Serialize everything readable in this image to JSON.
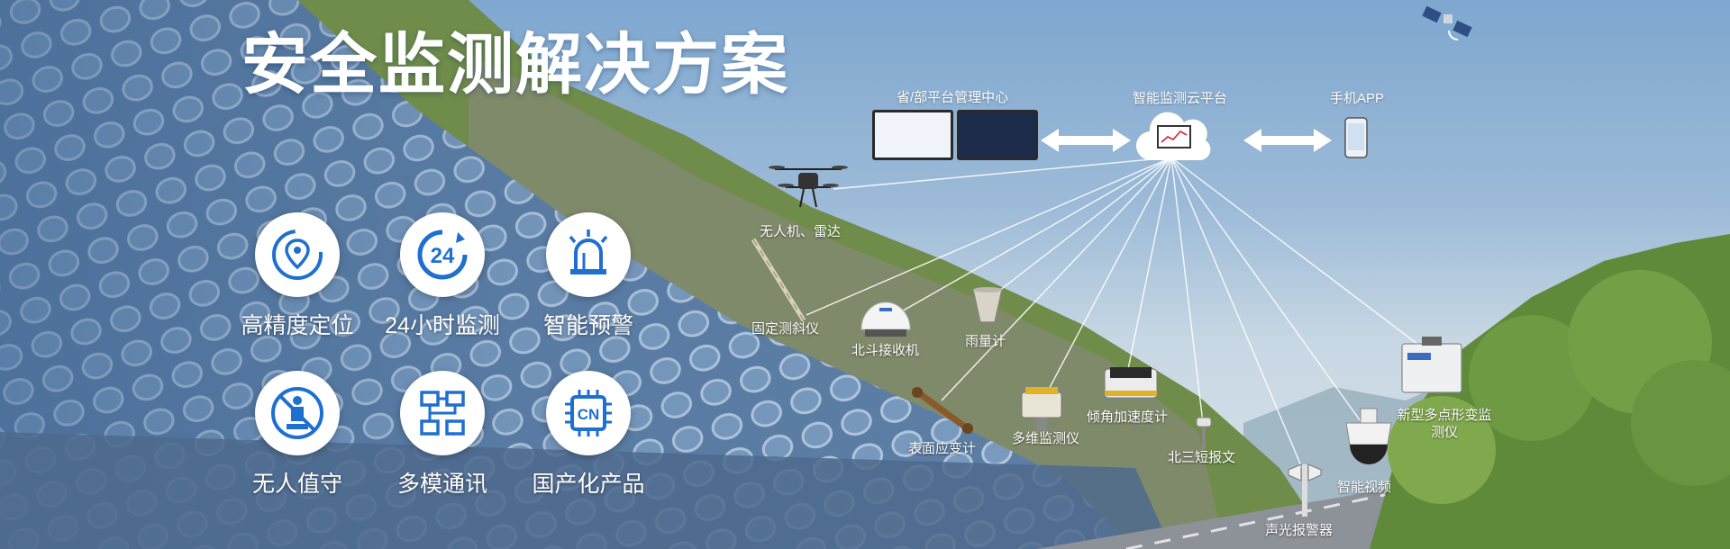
{
  "title": "安全监测解决方案",
  "features": [
    {
      "label": "高精度定位",
      "icon": "location-pin-icon"
    },
    {
      "label": "24小时监测",
      "icon": "clock-24-icon",
      "icon_text": "24"
    },
    {
      "label": "智能预警",
      "icon": "alarm-siren-icon"
    },
    {
      "label": "无人值守",
      "icon": "unattended-person-icon"
    },
    {
      "label": "多模通讯",
      "icon": "network-nodes-icon"
    },
    {
      "label": "国产化产品",
      "icon": "cn-chip-icon",
      "icon_text": "CN"
    }
  ],
  "platform": {
    "center_label": "省/部平台管理中心",
    "cloud_label": "智能监测云平台",
    "app_label": "手机APP"
  },
  "devices": [
    {
      "key": "drone",
      "label": "无人机、雷达",
      "icon": "drone-icon"
    },
    {
      "key": "inclinometer",
      "label": "固定测斜仪",
      "icon": "inclinometer-icon"
    },
    {
      "key": "beidou-receiver",
      "label": "北斗接收机",
      "icon": "gnss-receiver-icon"
    },
    {
      "key": "rain-gauge",
      "label": "雨量计",
      "icon": "rain-gauge-icon"
    },
    {
      "key": "strain-gauge",
      "label": "表面应变计",
      "icon": "strain-gauge-icon"
    },
    {
      "key": "multi-monitor",
      "label": "多维监测仪",
      "icon": "multi-dimension-monitor-icon"
    },
    {
      "key": "tilt-accel",
      "label": "倾角加速度计",
      "icon": "tilt-accelerometer-icon"
    },
    {
      "key": "beidou-sms",
      "label": "北三短报文",
      "icon": "beidou-sms-antenna-icon"
    },
    {
      "key": "alarm",
      "label": "声光报警器",
      "icon": "sound-light-alarm-icon"
    },
    {
      "key": "video",
      "label": "智能视频",
      "icon": "ptz-camera-icon"
    },
    {
      "key": "deformation",
      "label": "新型多点形变监测仪",
      "icon": "deformation-monitor-icon"
    }
  ],
  "colors": {
    "accent": "#1f6fd0",
    "title": "#ffffff",
    "link_line": "#ffffff"
  }
}
